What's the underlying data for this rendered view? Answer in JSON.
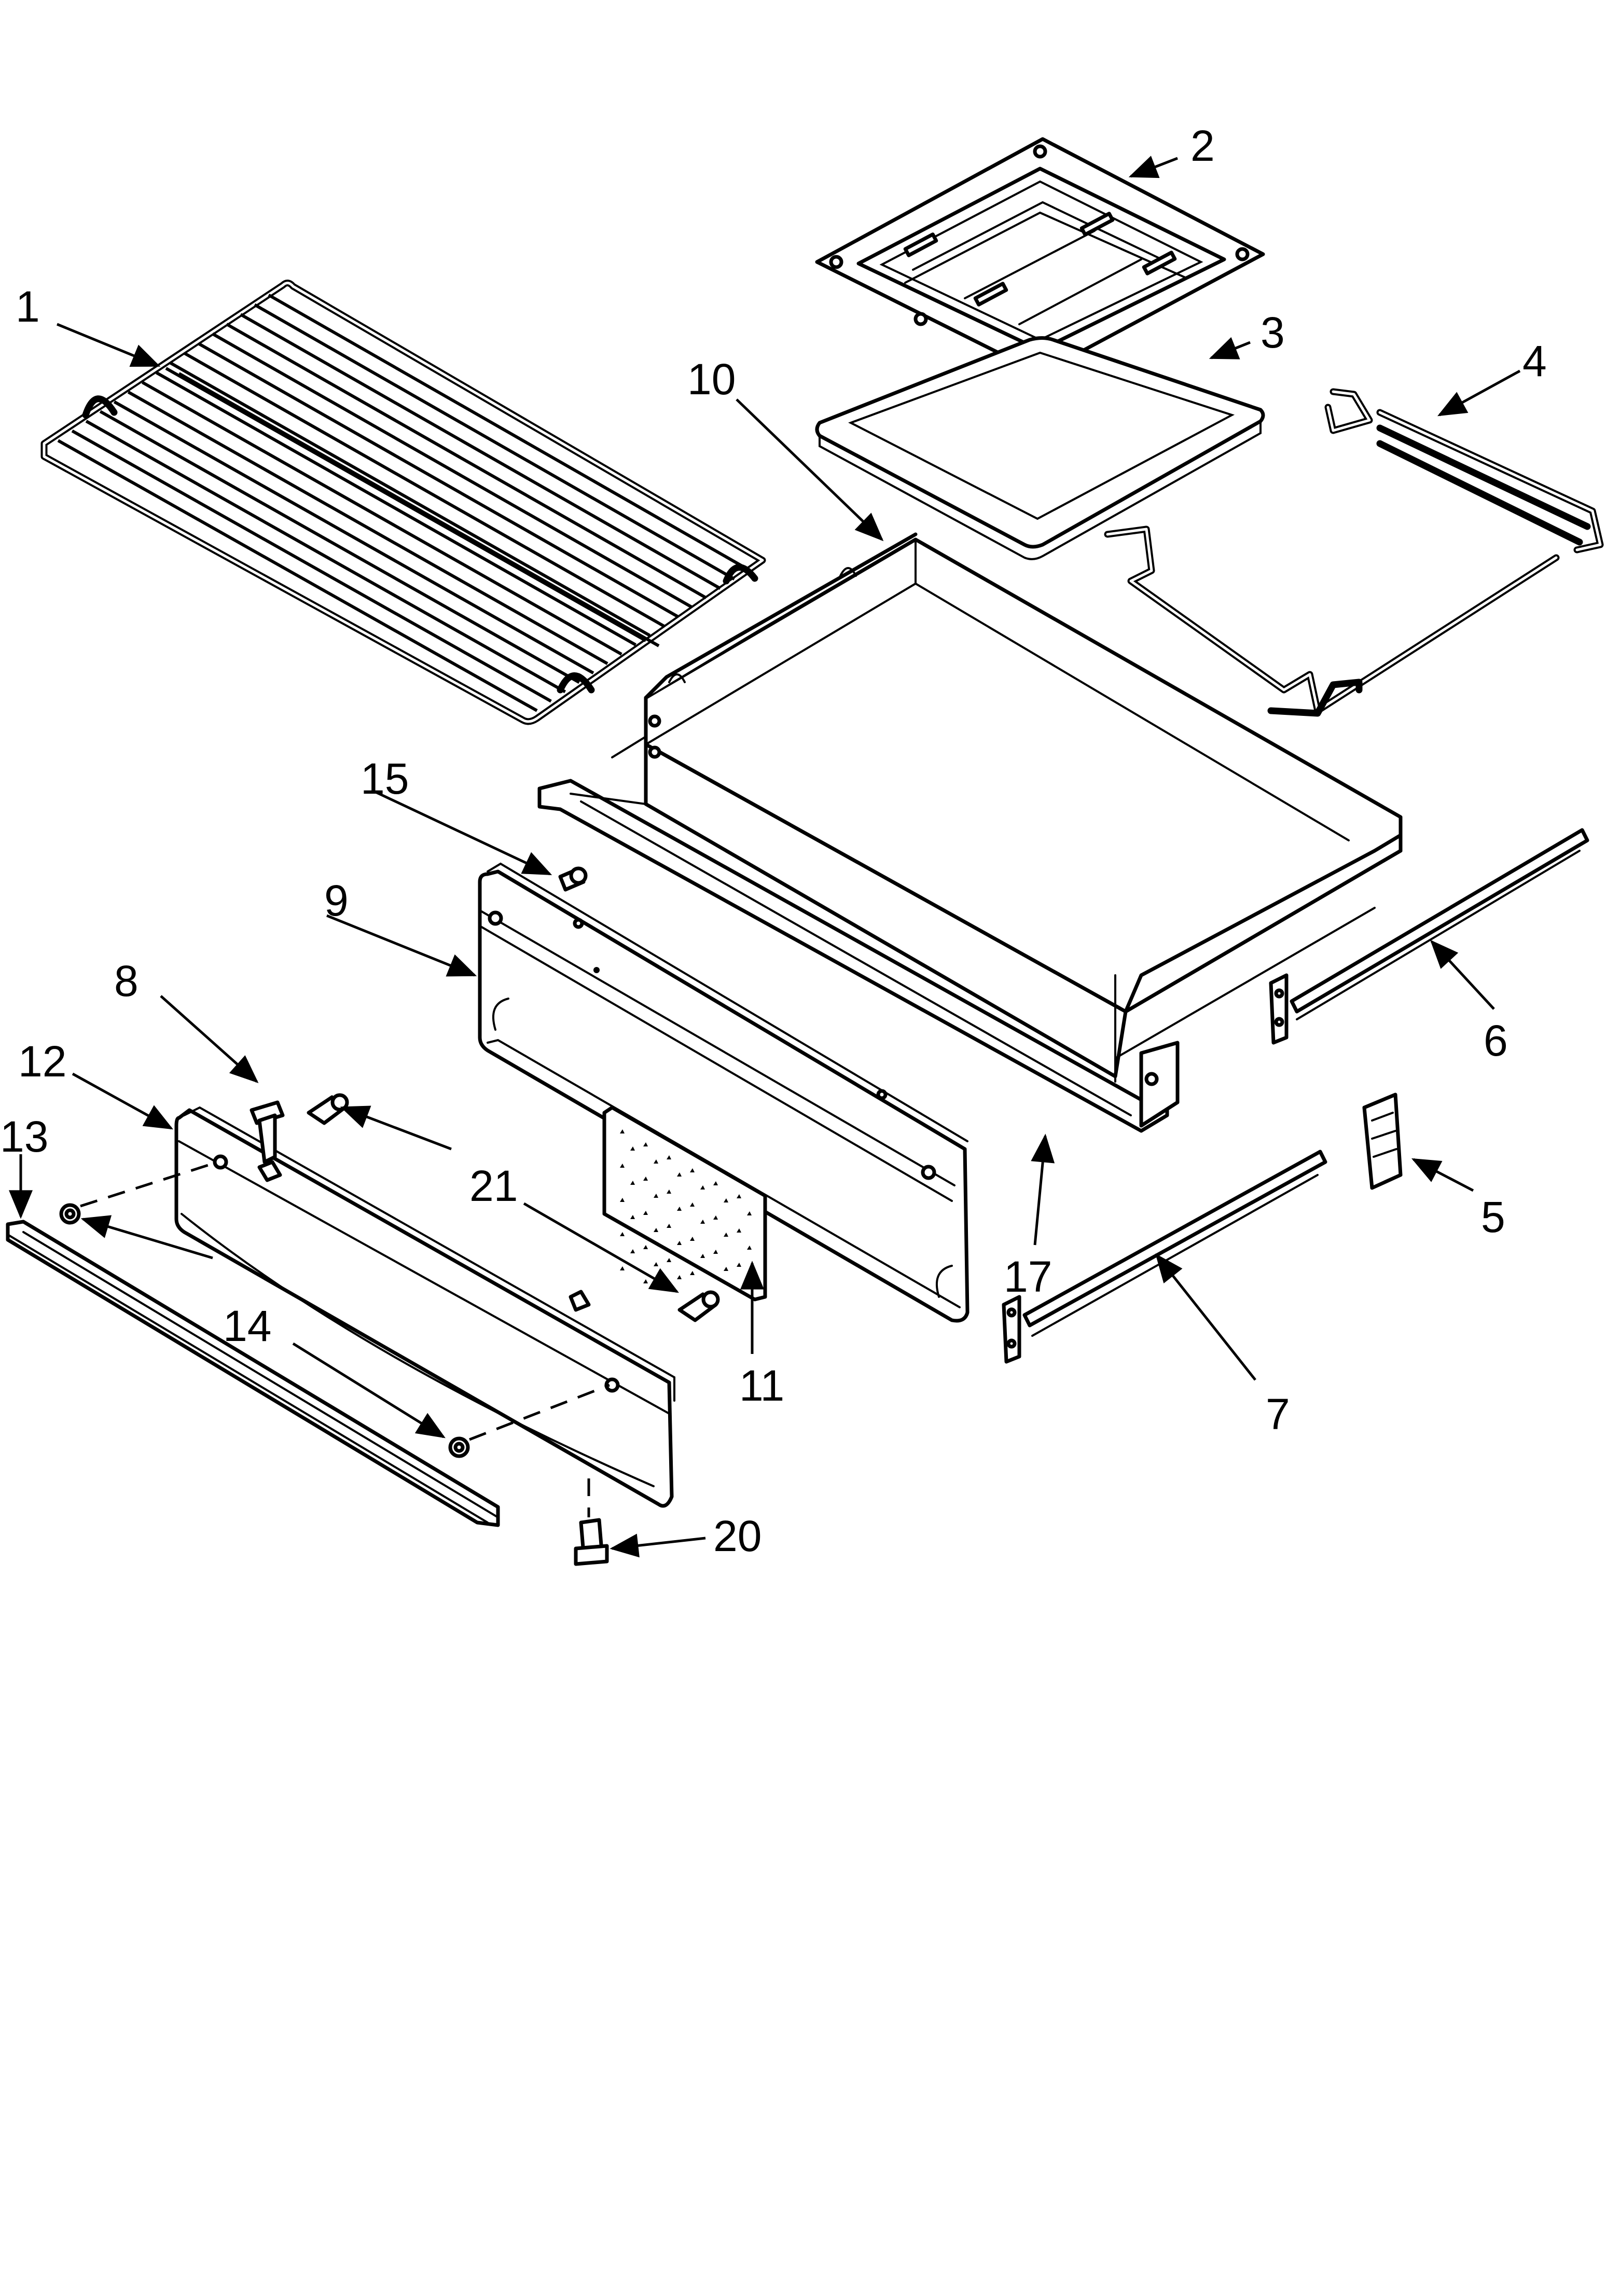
{
  "diagram": {
    "callouts": [
      {
        "id": "1",
        "label": "1"
      },
      {
        "id": "2",
        "label": "2"
      },
      {
        "id": "3",
        "label": "3"
      },
      {
        "id": "4",
        "label": "4"
      },
      {
        "id": "5",
        "label": "5"
      },
      {
        "id": "6",
        "label": "6"
      },
      {
        "id": "7",
        "label": "7"
      },
      {
        "id": "8",
        "label": "8"
      },
      {
        "id": "9",
        "label": "9"
      },
      {
        "id": "10",
        "label": "10"
      },
      {
        "id": "11",
        "label": "11"
      },
      {
        "id": "12",
        "label": "12"
      },
      {
        "id": "13",
        "label": "13"
      },
      {
        "id": "14",
        "label": "14"
      },
      {
        "id": "15",
        "label": "15"
      },
      {
        "id": "17",
        "label": "17"
      },
      {
        "id": "20",
        "label": "20"
      },
      {
        "id": "21",
        "label": "21"
      }
    ]
  }
}
